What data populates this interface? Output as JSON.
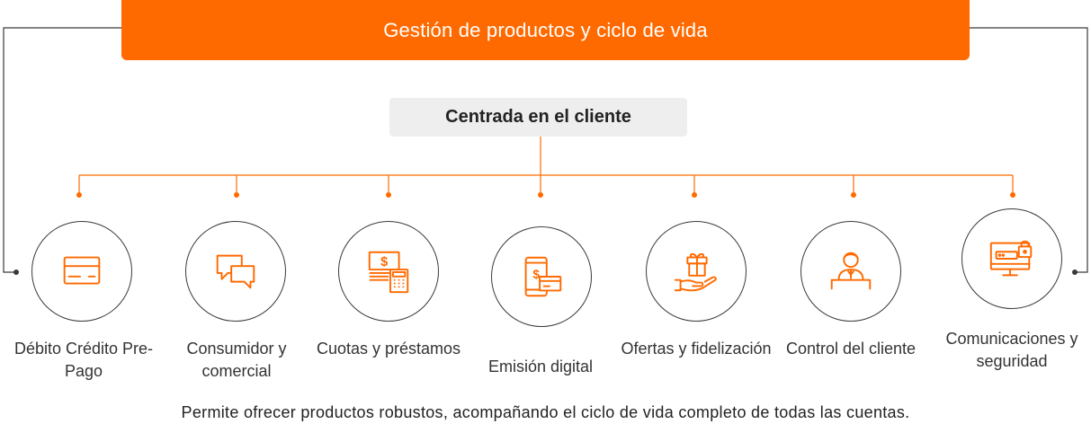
{
  "header": {
    "title": "Gestión de productos y ciclo de vida"
  },
  "center": {
    "title": "Centrada en el cliente"
  },
  "items": [
    {
      "label": "Débito Crédito Pre-Pago",
      "icon": "credit-card-icon"
    },
    {
      "label": "Consumidor y comercial",
      "icon": "chat-bubbles-icon"
    },
    {
      "label": "Cuotas y préstamos",
      "icon": "cash-calculator-icon"
    },
    {
      "label": "Emisión digital",
      "icon": "mobile-card-icon"
    },
    {
      "label": "Ofertas y fidelización",
      "icon": "gift-hand-icon"
    },
    {
      "label": "Control del cliente",
      "icon": "customer-service-icon"
    },
    {
      "label": "Comunicaciones y seguridad",
      "icon": "secure-monitor-icon"
    }
  ],
  "footer": {
    "text": "Permite ofrecer productos robustos, acompañando el ciclo de vida completo de todas las cuentas."
  },
  "colors": {
    "accent": "#ff6a00",
    "outline": "#3a3a3a",
    "center_bg": "#eeeeee"
  }
}
